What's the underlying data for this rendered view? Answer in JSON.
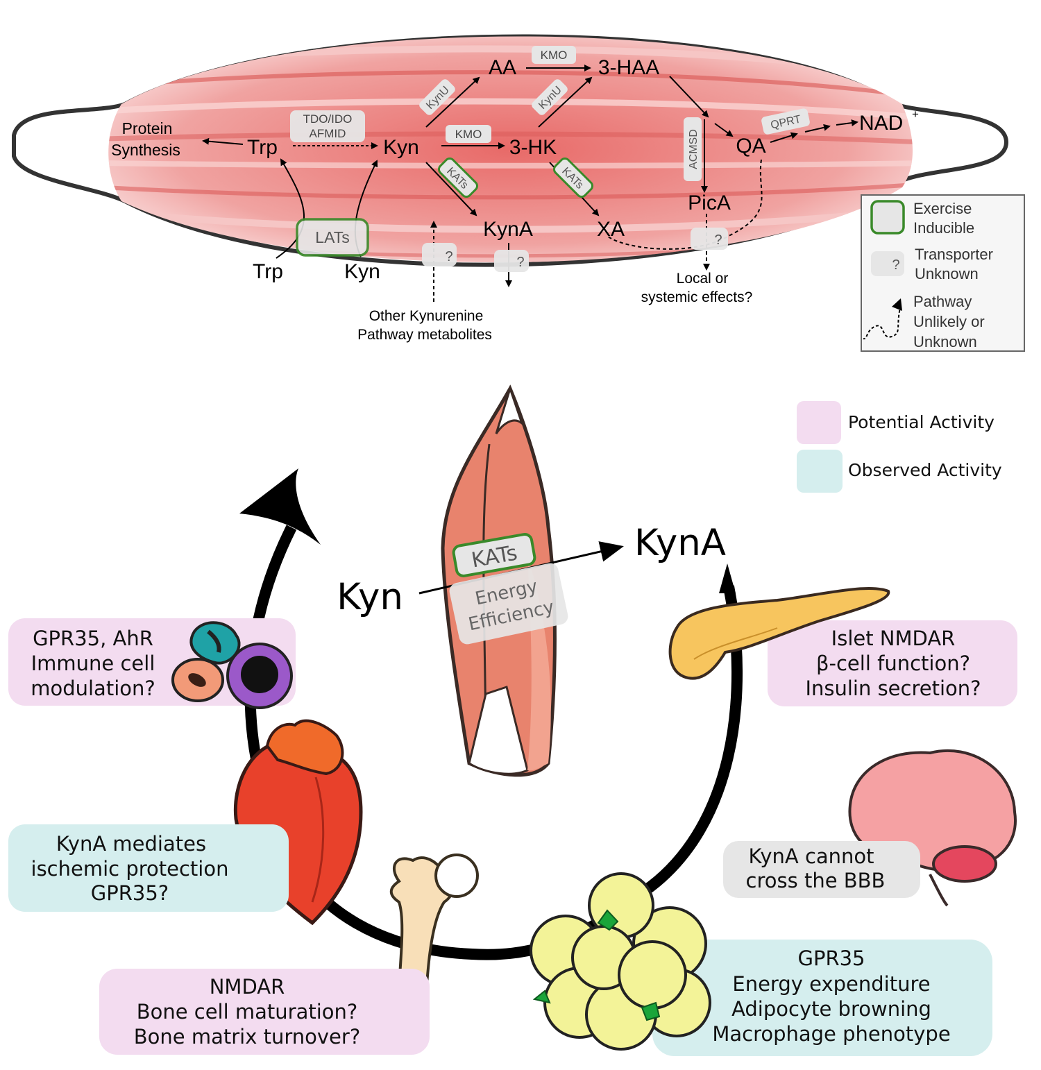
{
  "pathway": {
    "protein_synthesis": [
      "Protein",
      "Synthesis"
    ],
    "trp_in": "Trp",
    "kyn_in": "Kyn",
    "trp_out": "Trp",
    "kyn_out": "Kyn",
    "aa": "AA",
    "three_haa": "3-HAA",
    "three_hk": "3-HK",
    "kyna": "KynA",
    "xa": "XA",
    "pica": "PicA",
    "qa": "QA",
    "nad": "NAD",
    "nad_sup": "+",
    "enz_tdo": [
      "TDO/IDO",
      "AFMID"
    ],
    "enz_kynu1": "KynU",
    "enz_kynu2": "KynU",
    "enz_kmo1": "KMO",
    "enz_kmo2": "KMO",
    "enz_kats1": "KATs",
    "enz_kats2": "KATs",
    "enz_acmsd": "ACMSD",
    "enz_qprt": "QPRT",
    "lats": "LATs",
    "unknown_mark": "?",
    "other_metabolites": [
      "Other Kynurenine",
      "Pathway metabolites"
    ],
    "local_effects": [
      "Local or",
      "systemic effects?"
    ]
  },
  "legend_top": {
    "exercise": [
      "Exercise",
      "Inducible"
    ],
    "transporter": [
      "Transporter",
      "Unknown"
    ],
    "transporter_mark": "?",
    "pathway": [
      "Pathway",
      "Unlikely or",
      "Unknown"
    ]
  },
  "legend_activity": {
    "potential": "Potential Activity",
    "observed": "Observed Activity"
  },
  "lower": {
    "kyn": "Kyn",
    "kyna": "KynA",
    "kats": "KATs",
    "energy": [
      "Energy",
      "Efficiency"
    ],
    "immune": [
      "GPR35, AhR",
      "Immune cell",
      "modulation?"
    ],
    "islet": [
      "Islet NMDAR",
      "β-cell function?",
      "Insulin secretion?"
    ],
    "heart": [
      "KynA mediates",
      "ischemic protection",
      "GPR35?"
    ],
    "brain": [
      "KynA cannot",
      "cross the BBB"
    ],
    "bone": [
      "NMDAR",
      "Bone cell maturation?",
      "Bone matrix turnover?"
    ],
    "adipose": [
      "GPR35",
      "Energy expenditure",
      "Adipocyte browning",
      "Macrophage phenotype"
    ]
  },
  "colors": {
    "potential_bg": "#f3dcf0",
    "observed_bg": "#d5eeee",
    "exercise_green": "#3a8a2a",
    "unknown_gray": "#e6e6e6",
    "muscle_red": "#e87a78"
  }
}
